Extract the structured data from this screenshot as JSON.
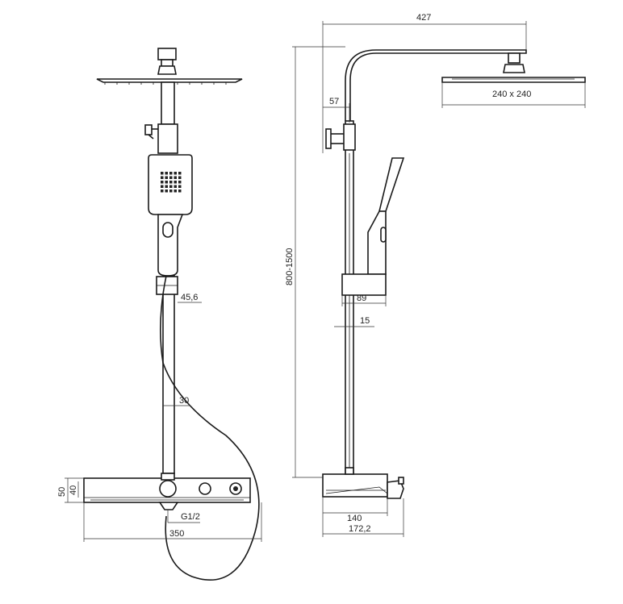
{
  "dimensions": {
    "overall_width": "427",
    "head_size": "240 x 240",
    "arm_offset": "57",
    "height_range": "800-1500",
    "slider_width": "89",
    "wall_gap": "15",
    "holder_diameter": "45,6",
    "pipe_diameter": "30",
    "body_height_outer": "50",
    "body_height_inner": "40",
    "inlet_thread": "G1/2",
    "body_length": "350",
    "body_depth": "140",
    "total_depth": "172,2"
  },
  "colors": {
    "line": "#1a1a1a",
    "background": "#ffffff"
  }
}
